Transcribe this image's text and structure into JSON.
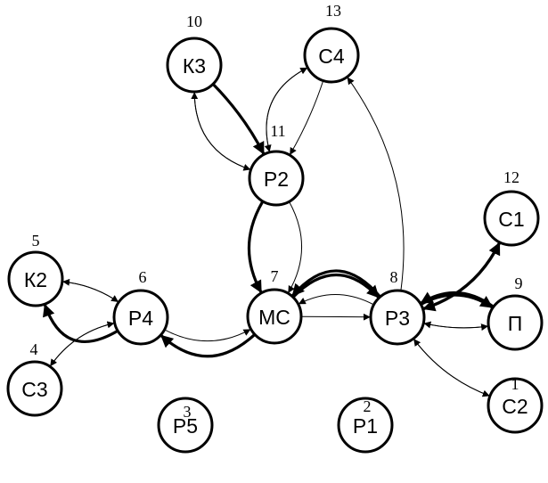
{
  "nodes": [
    {
      "id": "K3",
      "label": "К3",
      "number": "10"
    },
    {
      "id": "C4",
      "label": "С4",
      "number": "13"
    },
    {
      "id": "P2",
      "label": "Р2",
      "number": "11"
    },
    {
      "id": "MC",
      "label": "МС",
      "number": "7"
    },
    {
      "id": "P4",
      "label": "Р4",
      "number": "6"
    },
    {
      "id": "K2",
      "label": "К2",
      "number": "5"
    },
    {
      "id": "C3",
      "label": "С3",
      "number": "4"
    },
    {
      "id": "P3",
      "label": "Р3",
      "number": "8"
    },
    {
      "id": "C1",
      "label": "С1",
      "number": "12"
    },
    {
      "id": "P",
      "label": "П",
      "number": "9"
    },
    {
      "id": "C2",
      "label": "С2",
      "number": "1"
    },
    {
      "id": "P5",
      "label": "Р5",
      "number": "3"
    },
    {
      "id": "P1",
      "label": "Р1",
      "number": "2"
    }
  ],
  "edges": [
    {
      "from": "K3",
      "to": "P2",
      "style": "thick"
    },
    {
      "from": "K3",
      "to": "P2",
      "style": "thin"
    },
    {
      "from": "P2",
      "to": "K3",
      "style": "thin"
    },
    {
      "from": "C4",
      "to": "P2",
      "style": "thin"
    },
    {
      "from": "C4",
      "to": "P2",
      "style": "thin"
    },
    {
      "from": "P2",
      "to": "C4",
      "style": "thin"
    },
    {
      "from": "P2",
      "to": "MC",
      "style": "thick"
    },
    {
      "from": "P2",
      "to": "MC",
      "style": "thin"
    },
    {
      "from": "MC",
      "to": "P4",
      "style": "thick"
    },
    {
      "from": "P4",
      "to": "MC",
      "style": "thin"
    },
    {
      "from": "MC",
      "to": "P3",
      "style": "thick"
    },
    {
      "from": "MC",
      "to": "P3",
      "style": "thin"
    },
    {
      "from": "P3",
      "to": "MC",
      "style": "thin"
    },
    {
      "from": "P3",
      "to": "MC",
      "style": "thick"
    },
    {
      "from": "P4",
      "to": "K2",
      "style": "thick"
    },
    {
      "from": "P4",
      "to": "K2",
      "style": "thin"
    },
    {
      "from": "K2",
      "to": "P4",
      "style": "thin"
    },
    {
      "from": "P4",
      "to": "C3",
      "style": "thin"
    },
    {
      "from": "C3",
      "to": "P4",
      "style": "thin"
    },
    {
      "from": "P3",
      "to": "C4",
      "style": "thin"
    },
    {
      "from": "P3",
      "to": "C1",
      "style": "thick"
    },
    {
      "from": "C1",
      "to": "P3",
      "style": "thick"
    },
    {
      "from": "P3",
      "to": "P",
      "style": "thick"
    },
    {
      "from": "P3",
      "to": "P",
      "style": "thin"
    },
    {
      "from": "P",
      "to": "P3",
      "style": "thin"
    },
    {
      "from": "P",
      "to": "P3",
      "style": "thick"
    },
    {
      "from": "P3",
      "to": "C2",
      "style": "thin"
    },
    {
      "from": "C2",
      "to": "P3",
      "style": "thin"
    }
  ]
}
